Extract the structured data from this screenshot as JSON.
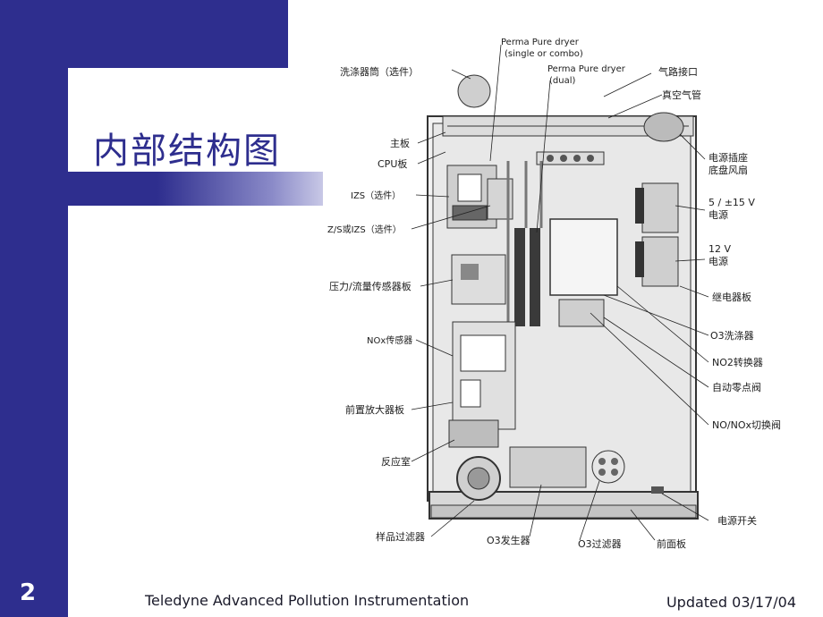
{
  "slide": {
    "title": "内部结构图",
    "number": "2",
    "footer_left": "Teledyne Advanced Pollution Instrumentation",
    "footer_right": "Updated 03/17/04"
  },
  "diagram": {
    "labels": {
      "perma_single": [
        "Perma Pure dryer",
        "(single or combo)"
      ],
      "perma_dual": [
        "Perma Pure dryer",
        "(dual)"
      ],
      "scrubber_opt": "洗涤器筒（选件）",
      "gas_port": "气路接口",
      "vacuum": "真空气管",
      "main_board": "主板",
      "cpu_board": "CPU板",
      "power_socket": "电源插座",
      "chassis_fan": "底盘风扇",
      "izs": "IZS（选件）",
      "psu_15v": [
        "5 / ±15 V",
        "电源"
      ],
      "zs_izs": "Z/S或IZS（选件）",
      "psu_12v": [
        "12 V",
        "电源"
      ],
      "pressure_board": "压力/流量传感器板",
      "relay_board": "继电器板",
      "o3_scrubber": "O3洗涤器",
      "nox_sensor": "NOx传感器",
      "no2_converter": "NO2转换器",
      "auto_zero": "自动零点阀",
      "preamp": "前置放大器板",
      "no_nox_valve": "NO/NOx切换阀",
      "reaction_cell": "反应室",
      "power_switch": "电源开关",
      "sample_filter": "样品过滤器",
      "o3_generator": "O3发生器",
      "o3_filter": "O3过滤器",
      "front_panel": "前面板"
    }
  }
}
